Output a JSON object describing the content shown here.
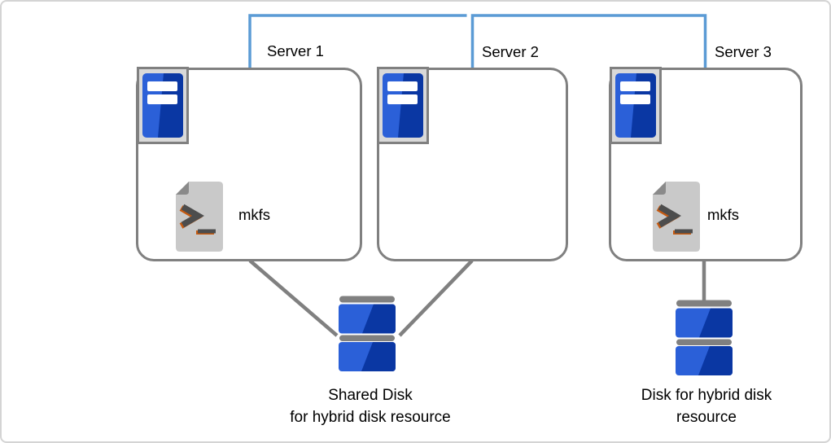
{
  "colors": {
    "interconnect_blue": "#5B9BD5",
    "connector_gray": "#808080",
    "icon_frame_bg": "#D9D9D9",
    "server_blue_light": "#2B60D8",
    "server_blue_dark": "#0A37A3",
    "document_gray": "#C9C9C9",
    "document_fold_gray": "#8A8A8A",
    "prompt_dark_gray": "#4D4D4D",
    "prompt_orange_accent": "#C55A11",
    "label_text": "#000000"
  },
  "servers": [
    {
      "label": "Server 1",
      "has_script": true,
      "script_label": "mkfs"
    },
    {
      "label": "Server 2",
      "has_script": false
    },
    {
      "label": "Server 3",
      "has_script": true,
      "script_label": "mkfs"
    }
  ],
  "disks": {
    "shared": {
      "label_lines": [
        "Shared Disk",
        "for hybrid disk resource"
      ]
    },
    "standalone": {
      "label_lines": [
        "Disk for hybrid disk",
        "resource"
      ]
    }
  }
}
